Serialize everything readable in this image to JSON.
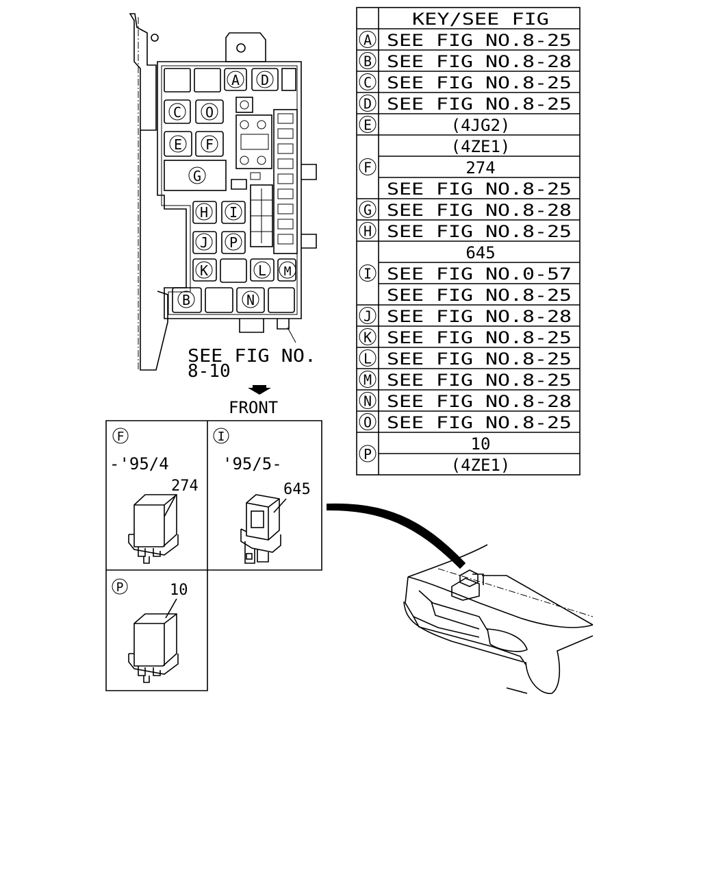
{
  "key_table": {
    "header": "KEY/SEE FIG",
    "rows": [
      {
        "key": "A",
        "lines": [
          "SEE FIG NO.8-25"
        ]
      },
      {
        "key": "B",
        "lines": [
          "SEE FIG NO.8-28"
        ]
      },
      {
        "key": "C",
        "lines": [
          "SEE FIG NO.8-25"
        ]
      },
      {
        "key": "D",
        "lines": [
          "SEE FIG NO.8-25"
        ]
      },
      {
        "key": "E",
        "lines": [
          "(4JG2)"
        ]
      },
      {
        "key": "F",
        "lines": [
          "(4ZE1)",
          "274",
          "SEE FIG NO.8-25"
        ]
      },
      {
        "key": "G",
        "lines": [
          "SEE FIG NO.8-28"
        ]
      },
      {
        "key": "H",
        "lines": [
          "SEE FIG NO.8-25"
        ]
      },
      {
        "key": "I",
        "lines": [
          "645",
          "SEE FIG NO.0-57",
          "SEE FIG NO.8-25"
        ]
      },
      {
        "key": "J",
        "lines": [
          "SEE FIG NO.8-28"
        ]
      },
      {
        "key": "K",
        "lines": [
          "SEE FIG NO.8-25"
        ]
      },
      {
        "key": "L",
        "lines": [
          "SEE FIG NO.8-25"
        ]
      },
      {
        "key": "M",
        "lines": [
          "SEE FIG NO.8-25"
        ]
      },
      {
        "key": "N",
        "lines": [
          "SEE FIG NO.8-28"
        ]
      },
      {
        "key": "O",
        "lines": [
          "SEE FIG NO.8-25"
        ]
      },
      {
        "key": "P",
        "lines": [
          "10",
          "(4ZE1)"
        ]
      }
    ]
  },
  "fuse_box": {
    "slots": [
      "A",
      "D",
      "C",
      "O",
      "E",
      "F",
      "G",
      "H",
      "I",
      "J",
      "P",
      "K",
      "L",
      "M",
      "B",
      "N"
    ],
    "see_fig_line1": "SEE FIG NO.",
    "see_fig_line2": "8-10",
    "front_label": "FRONT"
  },
  "detail_panels": [
    {
      "key": "F",
      "range": "-'95/4",
      "part": "274"
    },
    {
      "key": "I",
      "range": "'95/5-",
      "part": "645"
    },
    {
      "key": "P",
      "part": "10"
    }
  ]
}
